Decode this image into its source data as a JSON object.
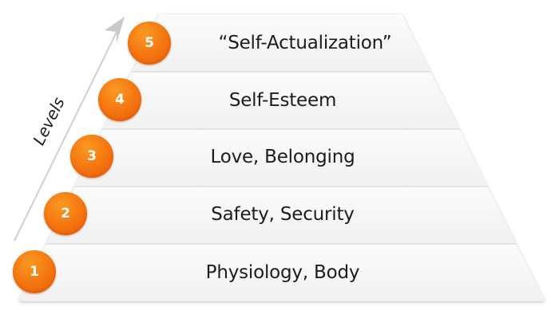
{
  "diagram": {
    "type": "pyramid",
    "axis": {
      "label": "Levels",
      "direction": "up"
    },
    "levels": [
      {
        "number": "5",
        "label": "“Self-Actualization”"
      },
      {
        "number": "4",
        "label": "Self-Esteem"
      },
      {
        "number": "3",
        "label": "Love, Belonging"
      },
      {
        "number": "2",
        "label": "Safety, Security"
      },
      {
        "number": "1",
        "label": "Physiology, Body"
      }
    ],
    "colors": {
      "badge": "#f57a12",
      "band": "#f5f5f5",
      "divider": "#e2e2e2",
      "text": "#1c1c1c",
      "arrow": "#c8c8c8"
    }
  }
}
